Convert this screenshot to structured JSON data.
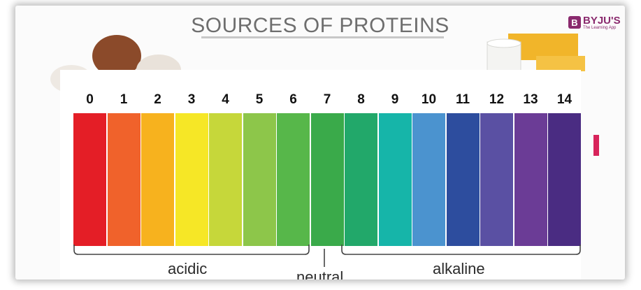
{
  "title": "SOURCES OF PROTEINS",
  "logo": {
    "brand": "BYJU'S",
    "tagline": "The Learning App",
    "icon": "byjus-logo-icon",
    "color": "#8a2a6e"
  },
  "scale": {
    "numbers": [
      "0",
      "1",
      "2",
      "3",
      "4",
      "5",
      "6",
      "7",
      "8",
      "9",
      "10",
      "11",
      "12",
      "13",
      "14"
    ],
    "colors": [
      "#e41e26",
      "#f0622b",
      "#f7b21e",
      "#f6e726",
      "#c6d73a",
      "#8dc64a",
      "#57b74a",
      "#3aaa4a",
      "#22a86a",
      "#16b5a9",
      "#4b93cf",
      "#2d4d9e",
      "#5a50a3",
      "#6b3c96",
      "#4a2c82"
    ],
    "regions": {
      "acidic": "acidic",
      "neutral": "neutral",
      "alkaline": "alkaline"
    }
  }
}
